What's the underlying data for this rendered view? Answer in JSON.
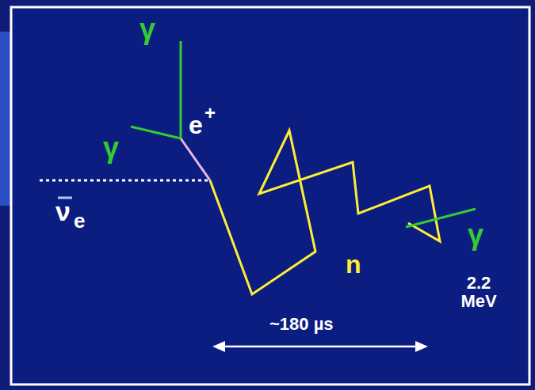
{
  "diagram": {
    "labels": [
      "γ",
      "γ",
      "e",
      "+",
      "ν",
      "e",
      "n",
      "~180 µs",
      "γ",
      "2.2 MeV"
    ]
  }
}
